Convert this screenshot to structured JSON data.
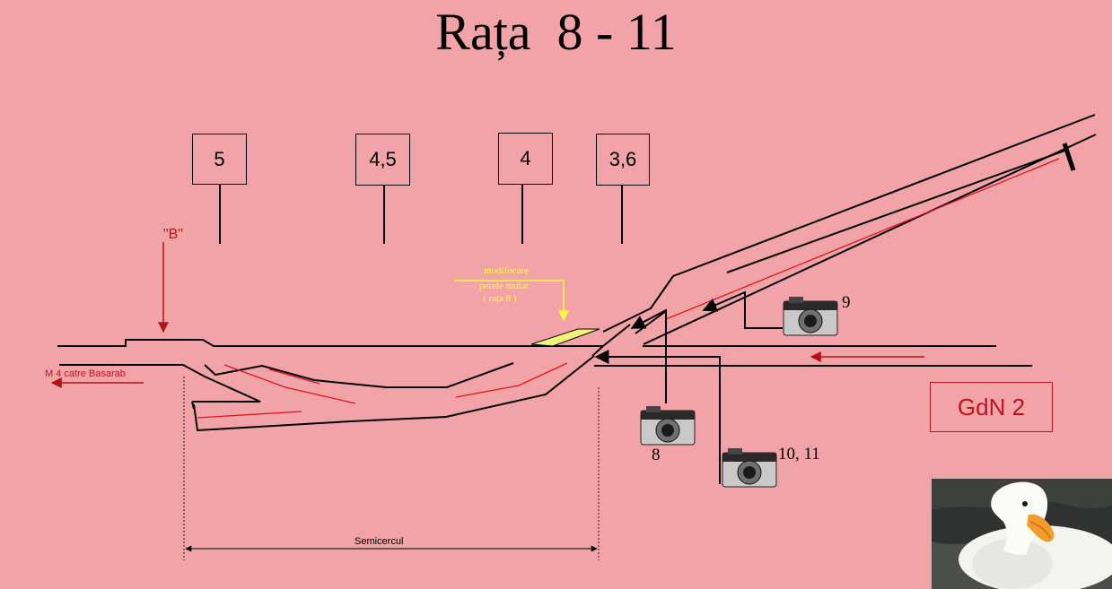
{
  "title": "Rața  8 - 11",
  "sections": [
    {
      "label": "5"
    },
    {
      "label": "4,5"
    },
    {
      "label": "4"
    },
    {
      "label": "3,6"
    }
  ],
  "marker_b": "\"B\"",
  "direction_left": "M 4 catre Basarab",
  "annotation": {
    "line1": "modifocare",
    "line2": "perete mulat",
    "line3": "( rața  8 )"
  },
  "cameras": {
    "cam9": "9",
    "cam8": "8",
    "cam10": "10, 11"
  },
  "gdn": "GdN 2",
  "semicircle": "Semicercul",
  "colors": {
    "background": "#f2a3a7",
    "route": "#e0141c",
    "arrow_dark": "#b01418",
    "annotation": "#ffff33",
    "highlight": "#f0f57a"
  },
  "icons": [
    "camera-icon",
    "duck-photo"
  ]
}
